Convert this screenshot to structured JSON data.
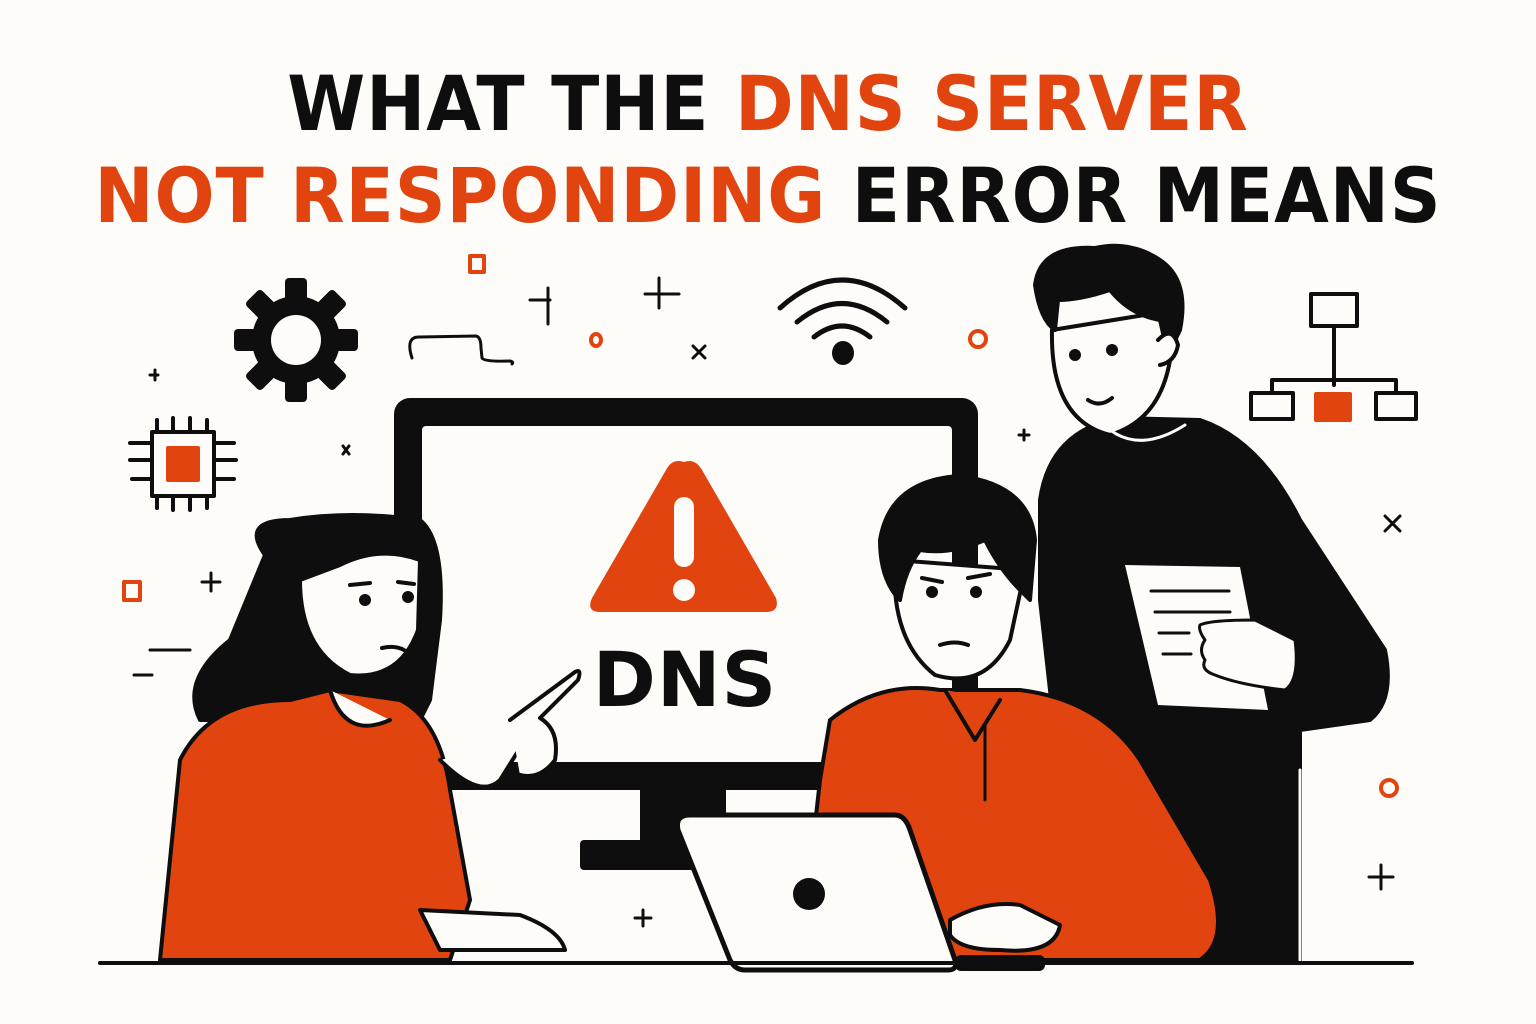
{
  "headline": {
    "line1": [
      {
        "text": "WHAT THE ",
        "style": "dark"
      },
      {
        "text": "DNS SERVER",
        "style": "accent"
      }
    ],
    "line2": [
      {
        "text": "NOT RESPONDING",
        "style": "accent"
      },
      {
        "text": " ERROR MEANS",
        "style": "dark"
      }
    ]
  },
  "monitor": {
    "warning_icon": "warning-triangle-exclamation",
    "label": "DNS"
  },
  "icons": [
    "gear-icon",
    "cpu-chip-icon",
    "wifi-icon",
    "network-hierarchy-icon",
    "document-icon",
    "laptop-icon"
  ],
  "colors": {
    "accent": "#e2440f",
    "ink": "#0e0e0e",
    "background": "#fdfcf9"
  }
}
